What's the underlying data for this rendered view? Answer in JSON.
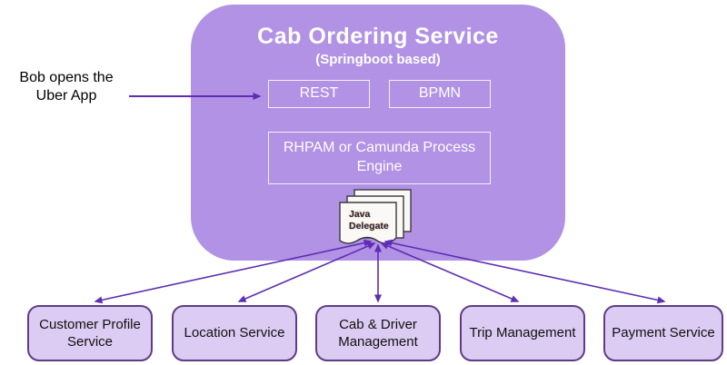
{
  "diagram": {
    "title": "Cab Ordering Service",
    "subtitle": "(Springboot based)",
    "rest_label": "REST",
    "bpmn_label": "BPMN",
    "engine_label": "RHPAM or Camunda Process Engine",
    "delegate_label": "Java Delegate",
    "annotation_text": "Bob opens the Uber App"
  },
  "services": {
    "items": [
      "Customer Profile Service",
      "Location Service",
      "Cab & Driver Management",
      "Trip Management",
      "Payment Service"
    ]
  },
  "colors": {
    "container_fill": "#b192e5",
    "inner_box_border": "#f0e9f9",
    "text_on_purple": "#ffffff",
    "service_fill": "#dccbf2",
    "service_border": "#5e3d85",
    "arrow": "#5f2db3",
    "annotation_text": "#000000",
    "delegate_text": "#17255a",
    "card_fill": "#faf9f7"
  }
}
